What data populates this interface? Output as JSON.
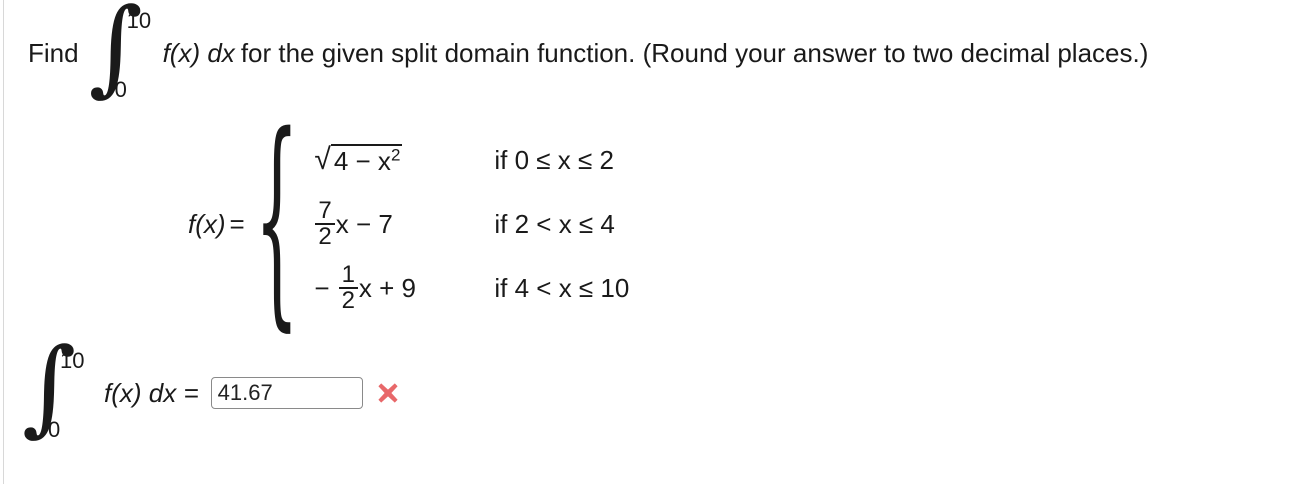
{
  "problem": {
    "prompt_prefix": "Find",
    "integral_lower": "0",
    "integral_upper": "10",
    "integrand": "f(x) dx",
    "prompt_suffix": "for the given split domain function. (Round your answer to two decimal places.)"
  },
  "piecewise": {
    "function_label": "f(x)",
    "equals": "=",
    "cases": [
      {
        "expression_radical": "√",
        "expression_radicand": "4 − x",
        "expression_exponent": "2",
        "condition": "if 0 ≤ x ≤ 2"
      },
      {
        "numerator": "7",
        "denominator": "2",
        "expression_tail": "x − 7",
        "condition": "if 2 < x ≤ 4"
      },
      {
        "leading_sign": "−",
        "numerator": "1",
        "denominator": "2",
        "expression_tail": "x + 9",
        "condition": "if 4 < x ≤ 10"
      }
    ]
  },
  "answer": {
    "integral_lower": "0",
    "integral_upper": "10",
    "expression": "f(x) dx  =",
    "value": "41.67",
    "placeholder": "",
    "status_icon": "wrong-x-icon",
    "status_color": "#e8686a"
  }
}
